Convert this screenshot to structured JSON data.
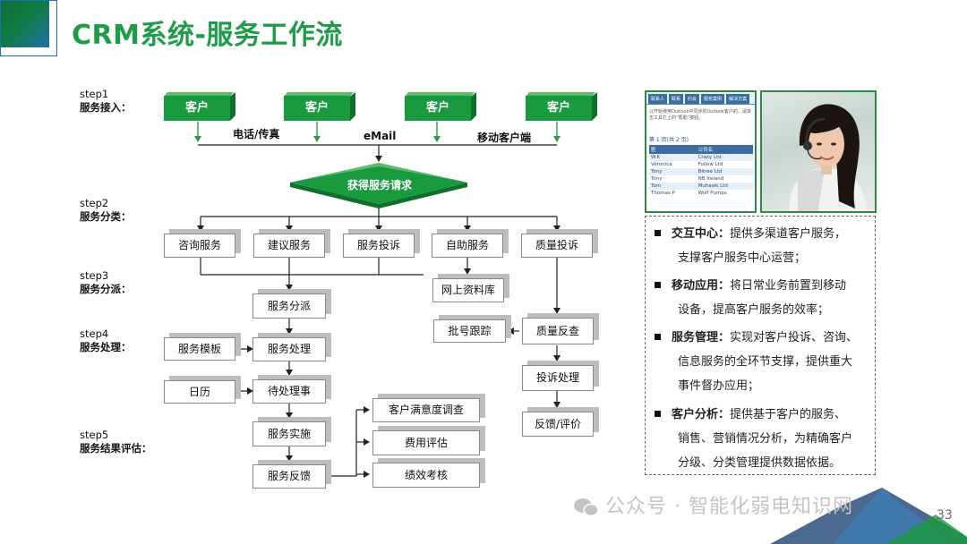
{
  "title": "CRM系统-服务工作流",
  "steps": [
    {
      "num": "step1",
      "name": "服务接入："
    },
    {
      "num": "step2",
      "name": "服务分类："
    },
    {
      "num": "step3",
      "name": "服务分派："
    },
    {
      "num": "step4",
      "name": "服务处理："
    },
    {
      "num": "step5",
      "name": "服务结果评估："
    }
  ],
  "customers": [
    "客户",
    "客户",
    "客户",
    "客户"
  ],
  "channels": {
    "phone": "电话/传真",
    "email": "eMail",
    "mobile": "移动客户端"
  },
  "hub": "获得服务请求",
  "categories": [
    "咨询服务",
    "建议服务",
    "服务投诉",
    "自助服务",
    "质量投诉"
  ],
  "nodes": {
    "dispatch": "服务分派",
    "template": "服务模板",
    "process": "服务处理",
    "calendar": "日历",
    "pending": "待处理事",
    "implement": "服务实施",
    "feedback": "服务反馈",
    "online_lib": "网上资料库",
    "batch_track": "批号跟踪",
    "quality_review": "质量反查",
    "complaint_handle": "投诉处理",
    "feedback_eval": "反馈/评价"
  },
  "evaluations": [
    "客户满意度调查",
    "费用评估",
    "绩效考核"
  ],
  "panel": [
    {
      "head": "交互中心：",
      "text": "提供多渠道客户服务，",
      "cont": [
        "支撑客户服务中心运营；"
      ]
    },
    {
      "head": "移动应用：",
      "text": "将日常业务前置到移动",
      "cont": [
        "设备，提高客户服务的效率；"
      ]
    },
    {
      "head": "服务管理：",
      "text": "实现对客户投诉、咨询、",
      "cont": [
        "信息服务的全环节支撑，提供重大",
        "事件督办应用；"
      ]
    },
    {
      "head": "客户分析：",
      "text": "提供基于客户的服务、",
      "cont": [
        "销售、营销情况分析，为精确客户",
        "分级、分类管理提供数据依据。"
      ]
    }
  ],
  "screen": {
    "tabs": [
      "联系人",
      "联系",
      "约会",
      "服务案例",
      "解决方案"
    ],
    "intro": "以开始使用Outlook中同步的Outlook客户的…请单击工具栏上的“帮助”按钮。",
    "pager": "第 1 页(共 2 页)",
    "header": [
      "姓",
      "公司名"
    ],
    "rows": [
      [
        "W.K",
        "Crazy Ltd"
      ],
      [
        "Veronica",
        "Follow Ltd"
      ],
      [
        "Tony",
        "Bitree Ltd"
      ],
      [
        "Tony",
        "NB Ireland"
      ],
      [
        "Tom",
        "Muhawk Ltd"
      ],
      [
        "Thomas P",
        "Wolf Pumps"
      ]
    ]
  },
  "watermark": "公众号 · 智能化弱电知识网",
  "page_number": "33",
  "colors": {
    "green": "#1a9a3f",
    "title_green": "#1f9c4a",
    "border_green": "#2e8a46"
  }
}
